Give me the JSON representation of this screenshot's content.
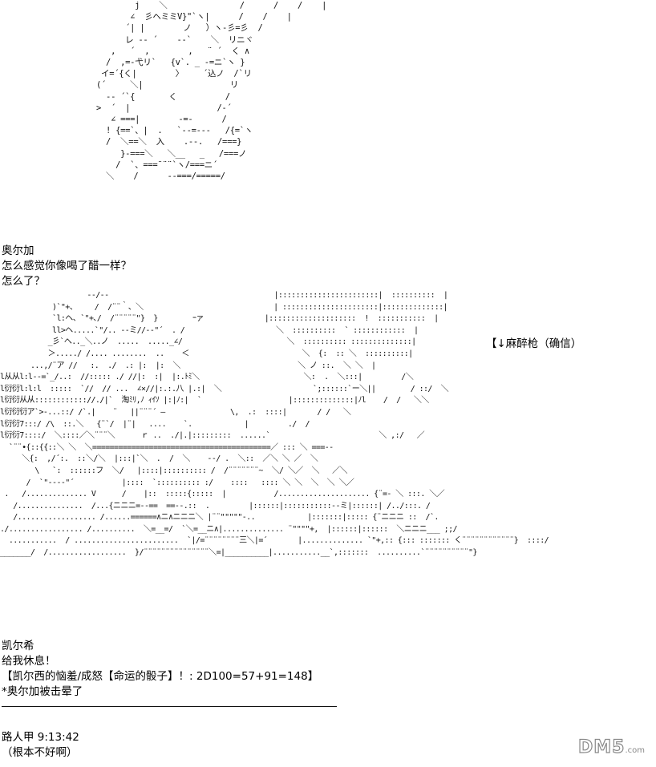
{
  "art_top": "        j    ＼               /      /    /    |\n       ∠  彡ヘミミV}\"`ヽ|      /    /    |\n      ´| |        ノ   ）ヽ-彡=彡  /\n      レ -- ´    --`    ＼  リニヾ\n   ,   ´  ,        ,   ¨ ´  く ∧\n  /  ,=-弋リ`   {v`. _ -=ニ`ヽ }\n イ=´{く|        〉    ´込ノ  /`リ\n(´     ＼|                  リ\n  -- ´`{       く          /\n>  ´  |                  /-´\n   ∠ ===|        -=-      /\n  ! {==`、|  .   `--=---   /{=`ヽ\n  /  ＼==＼  入    .--.   /===}\n     }-===＼   ＼__   _   /===ノ\n    /  `、===¨¨¨`ヽ/===ニ´\n  ＼    /      --===/=====/",
  "speech_1": {
    "speaker": "奥尔加",
    "line_1": "怎么感觉你像喝了醋一样？",
    "line_2": "怎么了？"
  },
  "art_mid": "                    --/--                                      |:::::::::::::::::::::::|  ::::::::::  |\n            )`\"+、    /  /¨¨｀、＼                              | ::::::::::::::::::::::|::::::::::::::|\n            `l:ヘ、`\"+､/  /¨¨¨¨¨\"}  }        ｰァ              |::::::::::::::::::::  !  :::::::::::  |\n            ll>ヘ.....`\"/.. --ミ//--\"´  . /                     ＼  ::::::::::  ` ::::::::::::  |\n           _彡`へ.._＼..ノ  .....  ....._∠/                        ＼  :::::::::: ::::::::::::::|\n           ＞...../ /.... ........  ..    ＜                          ＼  {:  :: ＼  ::::::::::|\n       ...,/¨ア //   :.  ./  .: |:  |:  ＼                           ＼ ノ ::.  ＼ ＼  |\nl从从l:l--=`_/..:  //::::: ./ //|:  :|  |:.ﾄﾐ＼                        ＼:  .  ＼:::|         /＼\nl衍衍l:l:l  :::::  `//  // ...  ∠×//|:.:.八 |.:|  ＼                     `;::::::`ー＼||        / ::/  ＼\nl衍衍从从:::::::::::://./|`  淘ﾐﾘ,ﾉ ｨｲｿ |:|ﾉ:|  `                    |::::::::::::::|ﾉl    /  /   ＼＼\nl衍衍衍ア`>-...::/ /`.|    ¨   ||¨¨¨´ ―               \\,  .:  ::::|       / /   ＼\nl衍衍7:::/ /\\  ::.＼   {¨`/  |¨|   ....    `.            |         ./  /\nl衍衍7::::/  ＼::::／＼¨¨¨＼      ｒ ..  ./|.|:::::::::  ......`                         ＼ ,:/   ／\n  `¨¨•{::{{::＼ ＼  ＼=========================================／ ::: ＼ ===--\n     ＼{:  ,/´:.  ::＼/＼  |:::|`＼  .  /  ＼    --/ .  ＼::  ／＼ ＼ ／  ＼\n        \\   `:  ::::::フ  ＼/   |::::|:::::::::: /  /¨¨¨¨¨¨¨~  ＼/ ＼／  ＼   ／＼\n      /  `\"----\"´           |::::  `:::::::::: :/    ::::   :::: ＼ ＼  ＼  ＼ ＼／\n .   /.............. V      /    |::  :::::{:::::  |           /..................... {¨=- ＼ :::. ＼／\n   /...............  /...{ニニニ=--==  ==--.::  .         |::::::|:::::::::::--ミ|::::::| /../:::. /\n   /.................. /......======∧ニ∧ニニニ＼ |¨¨\"\"\"\"\"-..            |:::::::|::::: {¨ニニニ ::  /`.\n./................. /..........  ＼=__=/  `＼=__ニ∧|.............. ¨\"\"\"\"+,  |::::::|::::::  ＼ニニニ___ ;;/\n  ...........  / ........................  `|/=¨¨¨¨¨¨¨¨三＼|=´       |.............. `\"+,:: {::: ::::::: く¨¨¨¨¨¨¨¨¨¨¨¨}  ::::/\n_______/  /..................  }/¨¨¨¨¨¨¨¨¨¨¨¨¨¨¨＼=|__________|...........__`,:::::::  ..........`¨¨¨¨¨¨¨¨¨¨\"}",
  "caption": "【↓麻醉枪（确信）",
  "speech_2": {
    "speaker": "凯尔希",
    "line_1": "给我休息！",
    "roll": "【凯尔西的恼羞/成怒【命运的骰子】！: 2D100=57+91=148】",
    "action": "*奥尔加被击晕了"
  },
  "comment": {
    "user": "路人甲",
    "time": "9:13:42",
    "text": "（根本不好啊）"
  },
  "watermark": {
    "brand": "DM5",
    "domain": ".com"
  }
}
